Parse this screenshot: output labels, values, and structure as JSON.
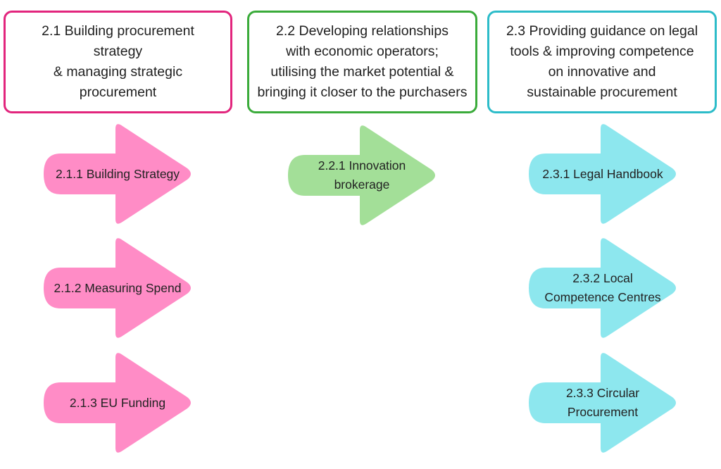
{
  "colors": {
    "pink": "#ff8cc6",
    "green": "#a3df98",
    "cyan": "#8de7ee",
    "pink_border": "#e2257d",
    "green_border": "#3aab3a",
    "cyan_border": "#2cbcc9"
  },
  "columns": [
    {
      "heading": "2.1 Building procurement\nstrategy\n& managing strategic\nprocurement",
      "items": [
        "2.1.1 Building Strategy",
        "2.1.2 Measuring Spend",
        "2.1.3 EU Funding"
      ]
    },
    {
      "heading": "2.2 Developing relationships\nwith economic operators;\nutilising the market potential &\nbringing it closer to the purchasers",
      "items": [
        "2.2.1 Innovation\nbrokerage"
      ]
    },
    {
      "heading": "2.3 Providing guidance on legal\ntools & improving competence\non innovative and\nsustainable procurement",
      "items": [
        "2.3.1 Legal Handbook",
        "2.3.2 Local\nCompetence Centres",
        "2.3.3 Circular\nProcurement"
      ]
    }
  ]
}
